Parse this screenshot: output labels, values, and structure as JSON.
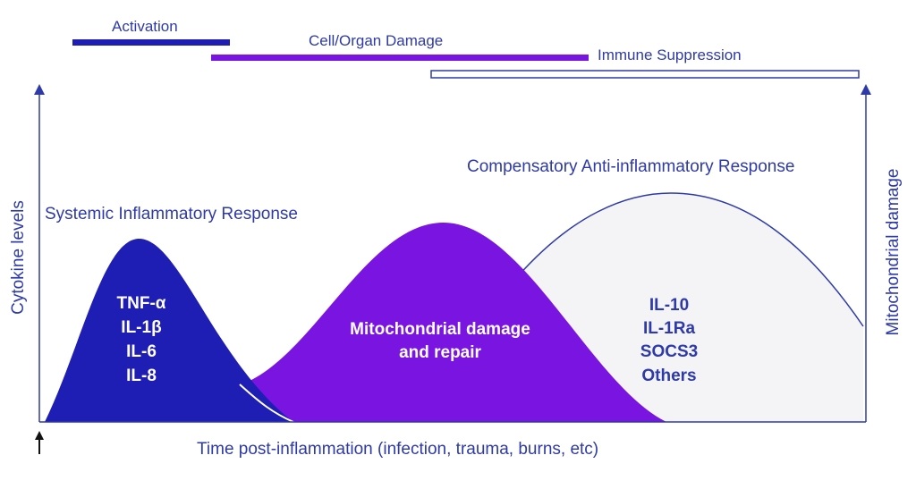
{
  "phases": {
    "activation": "Activation",
    "damage": "Cell/Organ Damage",
    "suppression": "Immune Suppression"
  },
  "curves": {
    "sir_title": "Systemic Inflammatory Response",
    "car_title": "Compensatory Anti-inflammatory Response"
  },
  "axes": {
    "left": "Cytokine levels",
    "right": "Mitochondrial damage",
    "bottom": "Time post-inflammation (infection, trauma, burns, etc)"
  },
  "sir_cytokines": [
    "TNF-α",
    "IL-1β",
    "IL-6",
    "IL-8"
  ],
  "mito_labels": [
    "Mitochondrial damage",
    "and repair"
  ],
  "car_cytokines": [
    "IL-10",
    "IL-1Ra",
    "SOCS3",
    "Others"
  ],
  "colors": {
    "blue": "#1e1eb4",
    "purple": "#7a14e0",
    "text": "#2e3aa8",
    "anti_fill": "#f4f4f6"
  }
}
